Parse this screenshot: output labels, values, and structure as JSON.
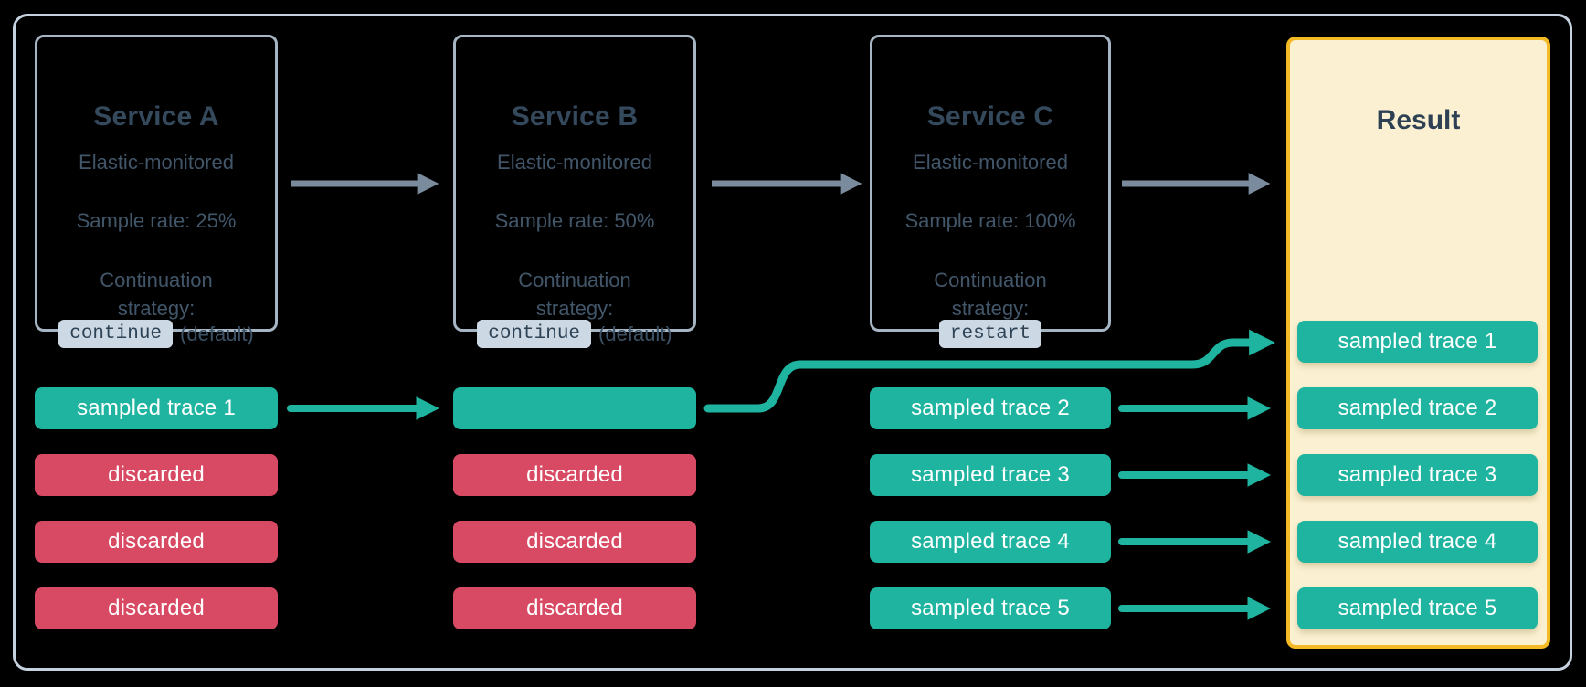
{
  "diagram": {
    "description": "Distributed tracing sample-rate propagation across services",
    "colors": {
      "sampled_teal": "#1fb4a0",
      "discarded_red": "#d84a63",
      "result_border_amber": "#f4ba25",
      "result_fill_cream": "#fbf1d2",
      "flow_arrow_gray": "#7b8b9e",
      "card_border": "#a6b5c3",
      "frame_border": "#c5d1de",
      "heading_slate": "#35495d",
      "body_slate": "#42566a",
      "chip_bg": "#ccd8e3"
    }
  },
  "services": [
    {
      "title": "Service A",
      "monitored": "Elastic-monitored",
      "sample_rate": "Sample rate: 25%",
      "strategy_label": "Continuation strategy:",
      "strategy_value": "continue",
      "strategy_suffix": "(default)"
    },
    {
      "title": "Service B",
      "monitored": "Elastic-monitored",
      "sample_rate": "Sample rate: 50%",
      "strategy_label": "Continuation strategy:",
      "strategy_value": "continue",
      "strategy_suffix": "(default)"
    },
    {
      "title": "Service C",
      "monitored": "Elastic-monitored",
      "sample_rate": "Sample rate: 100%",
      "strategy_label": "Continuation strategy:",
      "strategy_value": "restart"
    }
  ],
  "result": {
    "title": "Result",
    "rows": [
      "sampled trace 1",
      "sampled trace 2",
      "sampled trace 3",
      "sampled trace 4",
      "sampled trace 5"
    ]
  },
  "columns": {
    "service_a_rows": [
      {
        "label": "sampled trace 1",
        "status": "sampled"
      },
      {
        "label": "discarded",
        "status": "discarded"
      },
      {
        "label": "discarded",
        "status": "discarded"
      },
      {
        "label": "discarded",
        "status": "discarded"
      }
    ],
    "service_b_rows": [
      {
        "label": "",
        "status": "sampled"
      },
      {
        "label": "discarded",
        "status": "discarded"
      },
      {
        "label": "discarded",
        "status": "discarded"
      },
      {
        "label": "discarded",
        "status": "discarded"
      }
    ],
    "service_c_rows": [
      {
        "label": "sampled trace 2",
        "status": "sampled"
      },
      {
        "label": "sampled trace 3",
        "status": "sampled"
      },
      {
        "label": "sampled trace 4",
        "status": "sampled"
      },
      {
        "label": "sampled trace 5",
        "status": "sampled"
      }
    ]
  }
}
